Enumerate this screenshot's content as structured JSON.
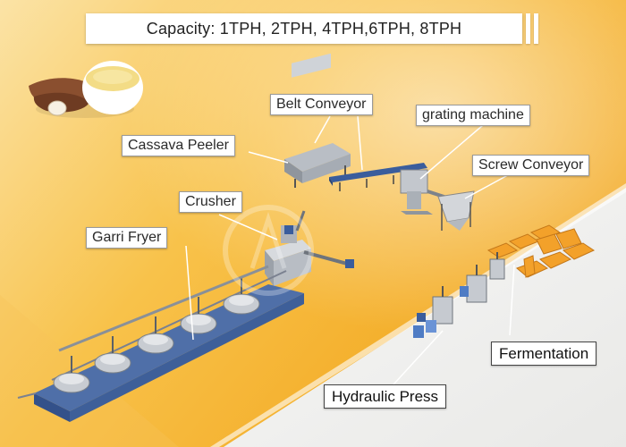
{
  "title": "Capacity: 1TPH, 2TPH, 4TPH,6TPH, 8TPH",
  "labels": {
    "belt_conveyor": "Belt Conveyor",
    "grating_machine": "grating machine",
    "cassava_peeler": "Cassava Peeler",
    "screw_conveyor": "Screw Conveyor",
    "crusher": "Crusher",
    "garri_fryer": "Garri Fryer",
    "fermentation": "Fermentation",
    "hydraulic_press": "Hydraulic Press"
  },
  "colors": {
    "background_orange": "#f7b52c",
    "background_light": "#fbe7b0",
    "floor_white": "#f4f4f2",
    "machine_steel": "#c9ccd1",
    "conveyor_blue": "#3a5d9c"
  }
}
